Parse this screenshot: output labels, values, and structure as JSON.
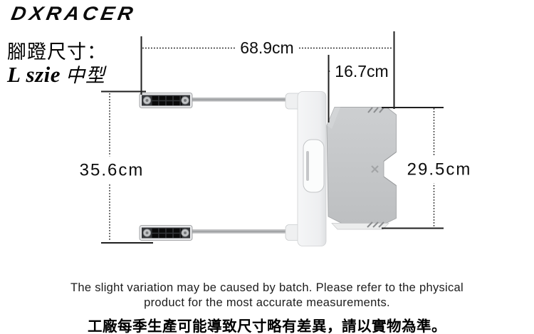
{
  "brand": {
    "logo": "DXRACER"
  },
  "header": {
    "title": "腳蹬尺寸：",
    "size_en": "L szie",
    "size_zh": "中型"
  },
  "dimensions": {
    "overall_width": "68.9cm",
    "bracket_width": "16.7cm",
    "overall_depth": "35.6cm",
    "pad_height": "29.5cm"
  },
  "footer": {
    "en_line1": "The slight variation may be caused by batch. Please refer to the physical",
    "en_line2": "product for the most accurate measurements.",
    "zh": "工廠每季生產可能導致尺寸略有差異，請以實物為準。"
  },
  "colors": {
    "dimension_line": "#1f1f1f",
    "pad_gray": "#c6c8ca",
    "frame_white": "#f1f2f3",
    "grip_black": "#0d0d0d"
  }
}
